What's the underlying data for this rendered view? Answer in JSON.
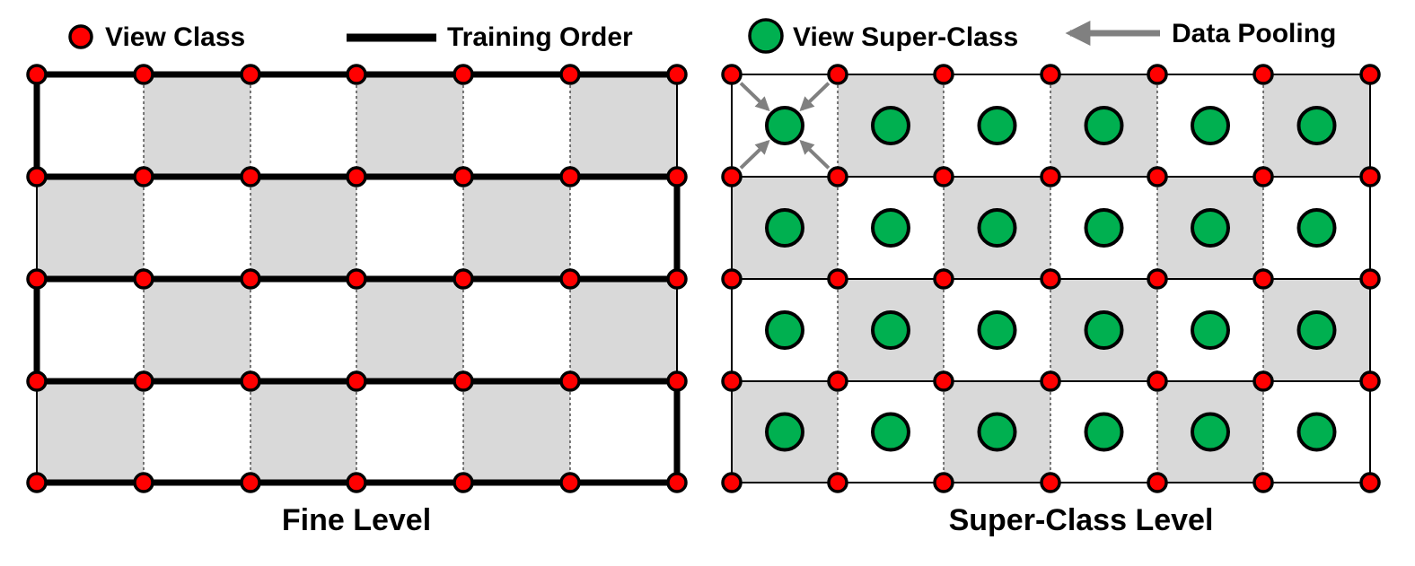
{
  "legend": {
    "view_class": "View Class",
    "training_order": "Training Order",
    "view_super_class": "View Super-Class",
    "data_pooling": "Data Pooling"
  },
  "panels": {
    "fine": {
      "caption": "Fine Level",
      "rows": 4,
      "cols": 6
    },
    "super": {
      "caption": "Super-Class Level",
      "rows": 4,
      "cols": 6
    }
  },
  "colors": {
    "view_class": "#ff0000",
    "view_super_class": "#00b050",
    "cell_shade": "#d9d9d9",
    "arrow": "#808080",
    "line": "#000000"
  }
}
